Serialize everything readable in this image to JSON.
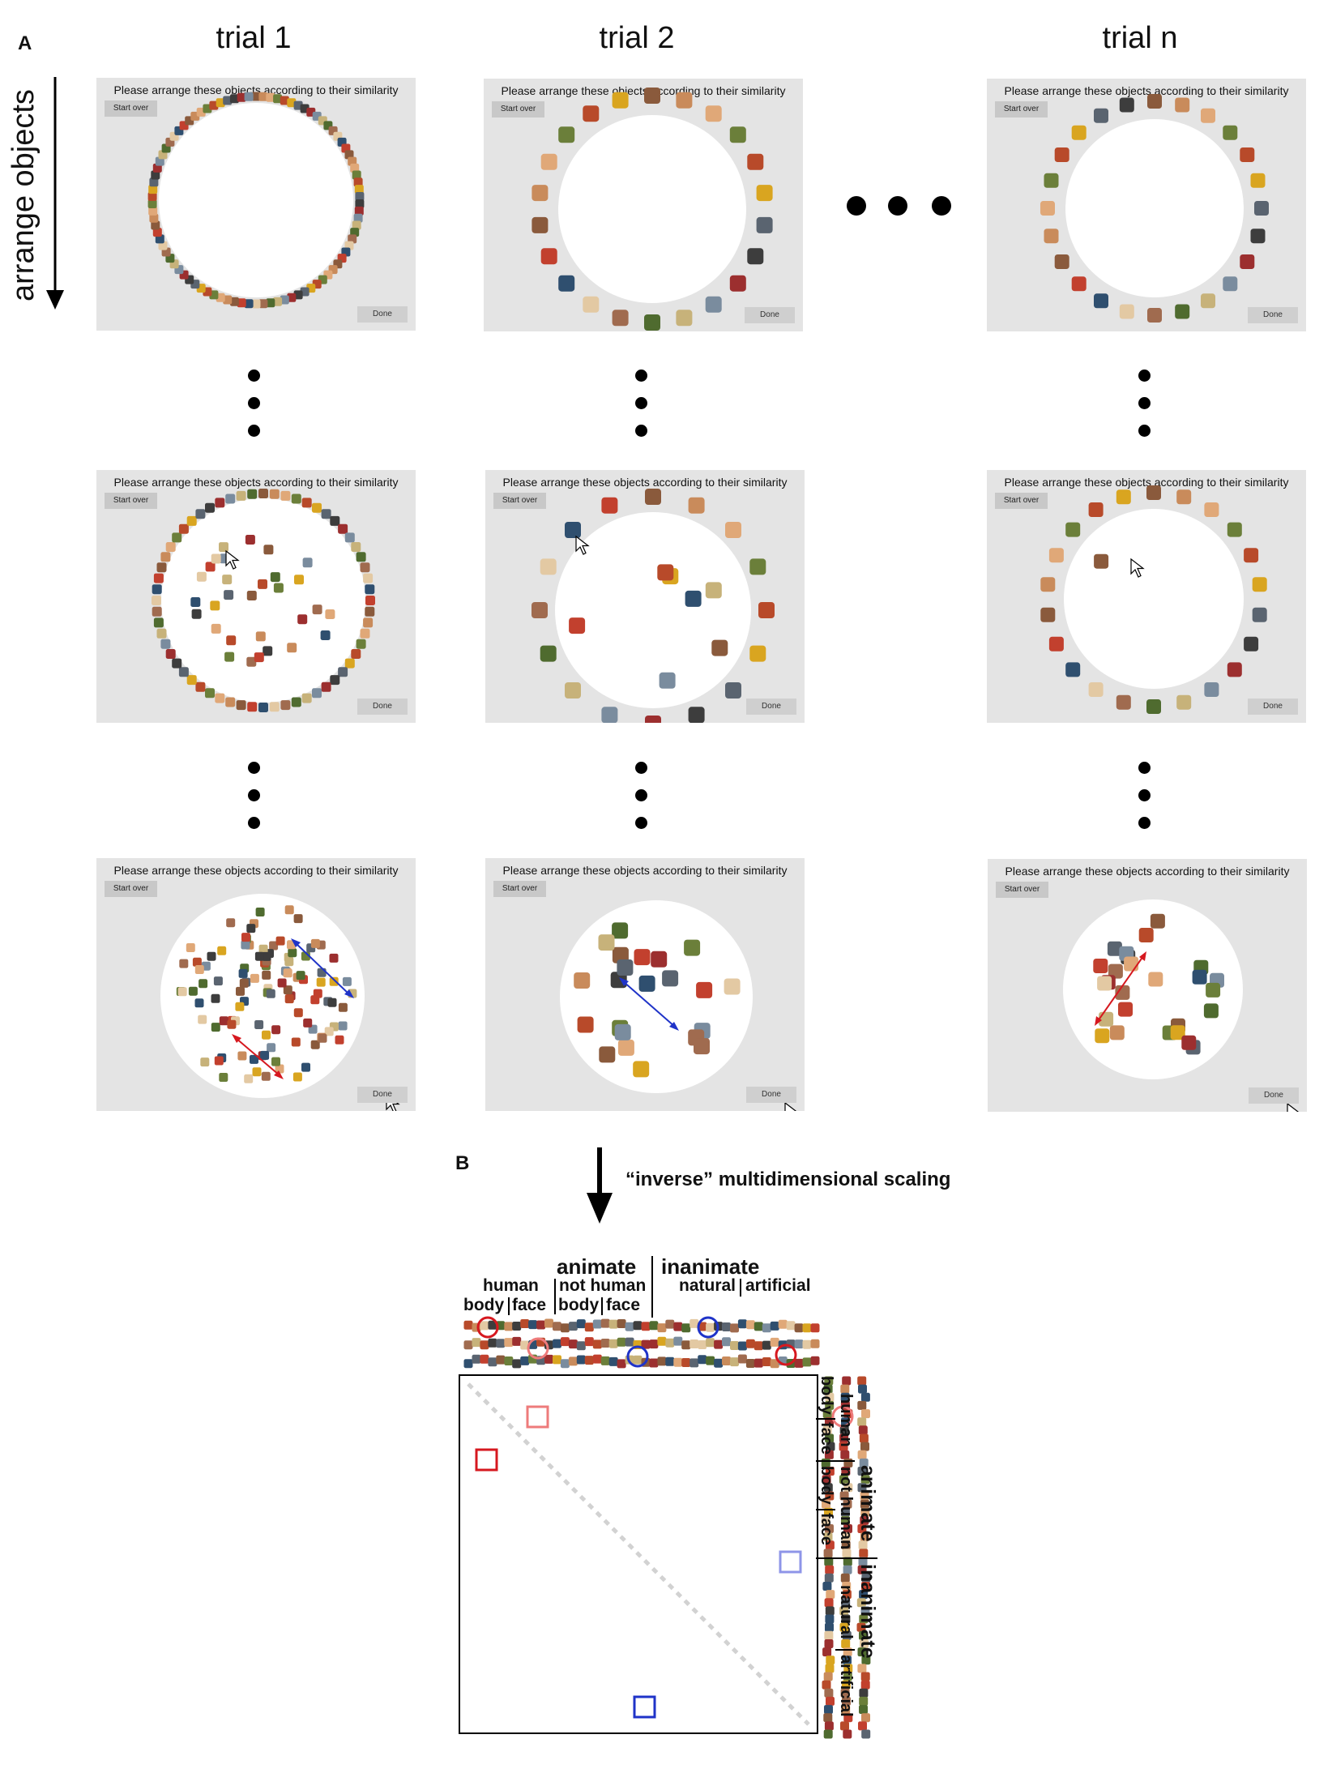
{
  "panel_a_label": "A",
  "panel_b_label": "B",
  "columns": [
    "trial 1",
    "trial 2",
    "trial n"
  ],
  "side_label": "arrange objects",
  "screen": {
    "instruction": "Please arrange these objects according to their similarity",
    "start_over": "Start over",
    "done": "Done"
  },
  "mds_label": "“inverse” multidimensional scaling",
  "matrix_labels": {
    "animate": "animate",
    "inanimate": "inanimate",
    "human": "human",
    "not_human": "not human",
    "body": "body",
    "face": "face",
    "natural": "natural",
    "artificial": "artificial"
  },
  "colors": {
    "screen_bg": "#e4e4e4",
    "red_pair": "#d6181f",
    "light_red_pair": "#ee7b7b",
    "blue_pair": "#1f33c8",
    "light_blue_pair": "#8e95e8",
    "diagonal": "#d2d2d2"
  }
}
